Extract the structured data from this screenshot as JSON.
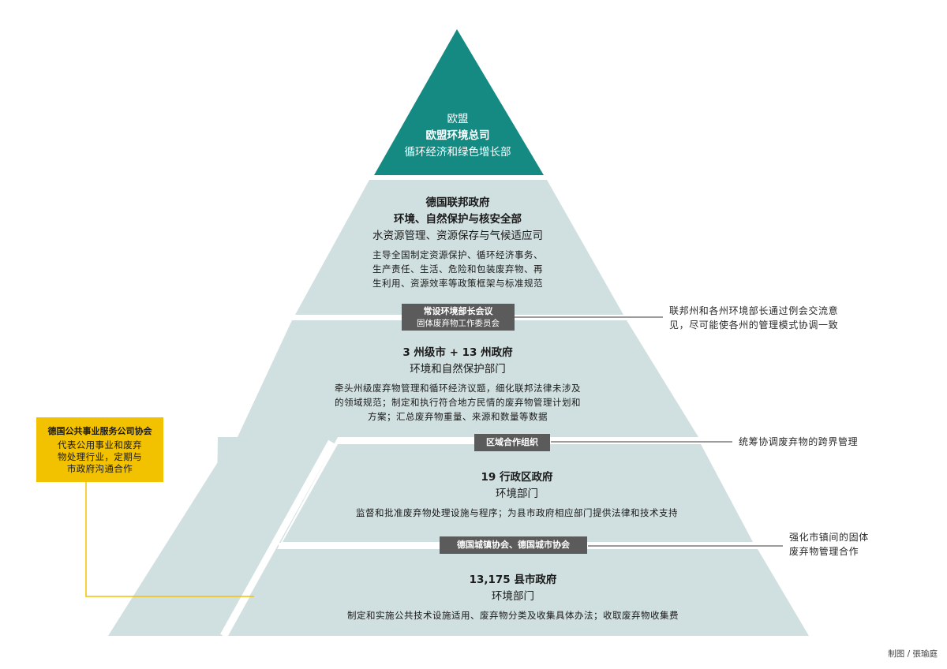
{
  "colors": {
    "eu": "#148a82",
    "tier": "#d0dfdf",
    "tag": "#5b5b5b",
    "assoc": "#f2c100",
    "connector": "#3a3a3a",
    "assoc_line": "#f2c100"
  },
  "eu": {
    "l1": "欧盟",
    "l2": "欧盟环境总司",
    "l3": "循环经济和绿色增长部"
  },
  "federal": {
    "l1": "德国联邦政府",
    "l2": "环境、自然保护与核安全部",
    "l3": "水资源管理、资源保存与气候适应司",
    "desc": [
      "主导全国制定资源保护、循环经济事务、",
      "生产责任、生活、危险和包装废弃物、再",
      "生利用、资源效率等政策框架与标准规范"
    ]
  },
  "tag1": {
    "l1": "常设环境部长会议",
    "l2": "固体废弃物工作委员会"
  },
  "note1": [
    "联邦州和各州环境部长通过例会交流意",
    "见，尽可能使各州的管理模式协调一致"
  ],
  "state": {
    "l1": "3 州级市 + 13 州政府",
    "l2": "环境和自然保护部门",
    "desc": [
      "牵头州级废弃物管理和循环经济议题，细化联邦法律未涉及",
      "的领域规范；制定和执行符合地方民情的废弃物管理计划和",
      "方案；汇总废弃物重量、来源和数量等数据"
    ]
  },
  "tag2": {
    "l1": "区域合作组织"
  },
  "note2": [
    "统筹协调废弃物的跨界管理"
  ],
  "district": {
    "l1": "19 行政区政府",
    "l2": "环境部门",
    "desc": [
      "监督和批准废弃物处理设施与程序；为县市政府相应部门提供法律和技术支持"
    ]
  },
  "tag3": {
    "l1": "德国城镇协会、德国城市协会"
  },
  "note3": [
    "强化市镇间的固体",
    "废弃物管理合作"
  ],
  "county": {
    "l1": "13,175 县市政府",
    "l2": "环境部门",
    "desc": [
      "制定和实施公共技术设施适用、废弃物分类及收集具体办法；收取废弃物收集费"
    ]
  },
  "assoc": {
    "title": "德国公共事业服务公司协会",
    "desc": [
      "代表公用事业和废弃",
      "物处理行业，定期与",
      "市政府沟通合作"
    ]
  },
  "credit": "制图 / 張瑜庭"
}
